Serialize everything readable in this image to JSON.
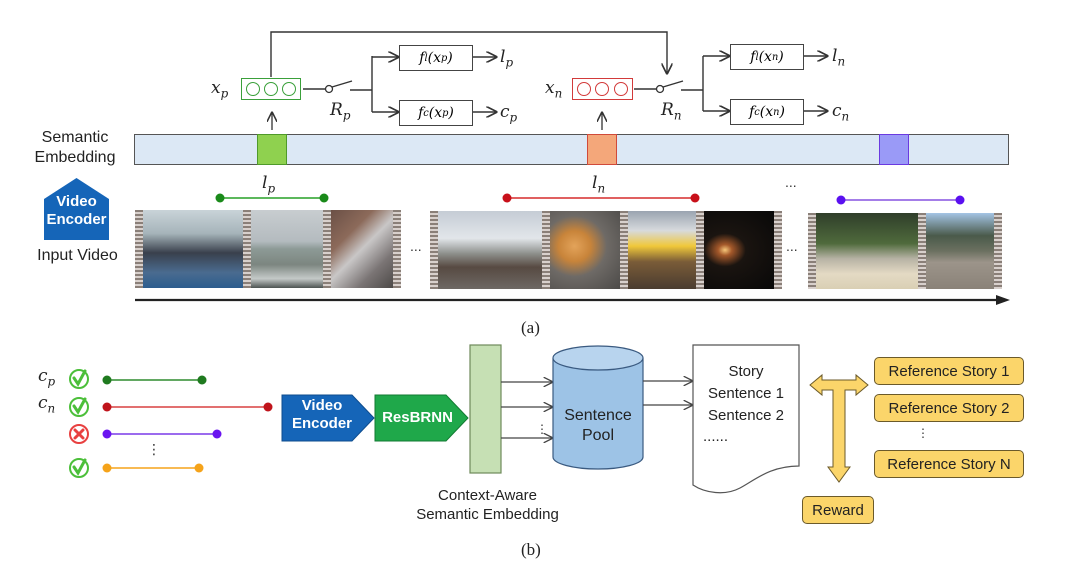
{
  "panel_a": {
    "caption": "(a)",
    "row_labels": {
      "semantic_embedding": "Semantic Embedding",
      "video_encoder": "Video Encoder",
      "input_video": "Input Video"
    },
    "positive": {
      "feature_label": "x_p",
      "router_label": "R_p",
      "localization_fn": "f_l(x_p)",
      "classification_fn": "f_c(x_p)",
      "localization_out": "l_p",
      "classification_out": "c_p",
      "segment_label": "l_p",
      "color": "#2e8b2e",
      "embedding_color": "#8fd14f"
    },
    "negative": {
      "feature_label": "x_n",
      "router_label": "R_n",
      "localization_fn": "f_l(x_n)",
      "classification_fn": "f_c(x_n)",
      "localization_out": "l_n",
      "classification_out": "c_n",
      "segment_label": "l_n",
      "color": "#c0262b",
      "embedding_color": "#f4a77a"
    },
    "other": {
      "color": "#5b1ee8",
      "embedding_color": "#9a9af7"
    },
    "ellipsis": "...",
    "frames_groups": [
      [
        "boat interior with people",
        "sea water from boat",
        "people on stairs at pier"
      ],
      [
        "people sitting by railing",
        "pan of food on fire",
        "cooking over fire",
        "campfire at night"
      ],
      [
        "tent on sandy beach",
        "hikers with backpacks"
      ]
    ]
  },
  "panel_b": {
    "caption": "(b)",
    "proposals": [
      {
        "label": "c_p",
        "status": "check",
        "color": "#1f7a1f"
      },
      {
        "label": "c_n",
        "status": "check",
        "color": "#c0141b"
      },
      {
        "label": "",
        "status": "cross",
        "color": "#6a14f0"
      },
      {
        "label": "",
        "status": "check",
        "color": "#f5a31a"
      }
    ],
    "vertical_ellipsis": "⋮",
    "video_encoder": "Video Encoder",
    "resbrnn": "ResBRNN",
    "embedding_caption": "Context-Aware Semantic Embedding",
    "sentence_pool": "Sentence Pool",
    "story": {
      "title": "Story",
      "lines": [
        "Sentence 1",
        "Sentence 2",
        "......"
      ]
    },
    "reward": "Reward",
    "references": [
      "Reference Story 1",
      "Reference Story 2",
      "⋮",
      "Reference Story N"
    ],
    "colors": {
      "encoder_blue": "#1565b8",
      "resbrnn_green": "#1fa84a",
      "embedding_green": "#c6e0b4",
      "pool_blue": "#9dc3e6",
      "reference_yellow": "#fbd56a"
    }
  }
}
